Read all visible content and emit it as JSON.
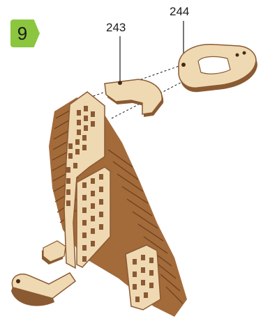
{
  "step": {
    "number": "9",
    "badge_color": "#8cc63f"
  },
  "parts": [
    {
      "id": "243",
      "label": "243"
    },
    {
      "id": "244",
      "label": "244"
    }
  ],
  "colors": {
    "wood_face": "#efd9b3",
    "wood_edge": "#8a5a32",
    "wood_dark": "#6b3e1c",
    "leader_line": "#1a1a1a"
  },
  "icons": [
    "wooden-tower-assembly",
    "hook-part-243",
    "clip-part-244"
  ]
}
